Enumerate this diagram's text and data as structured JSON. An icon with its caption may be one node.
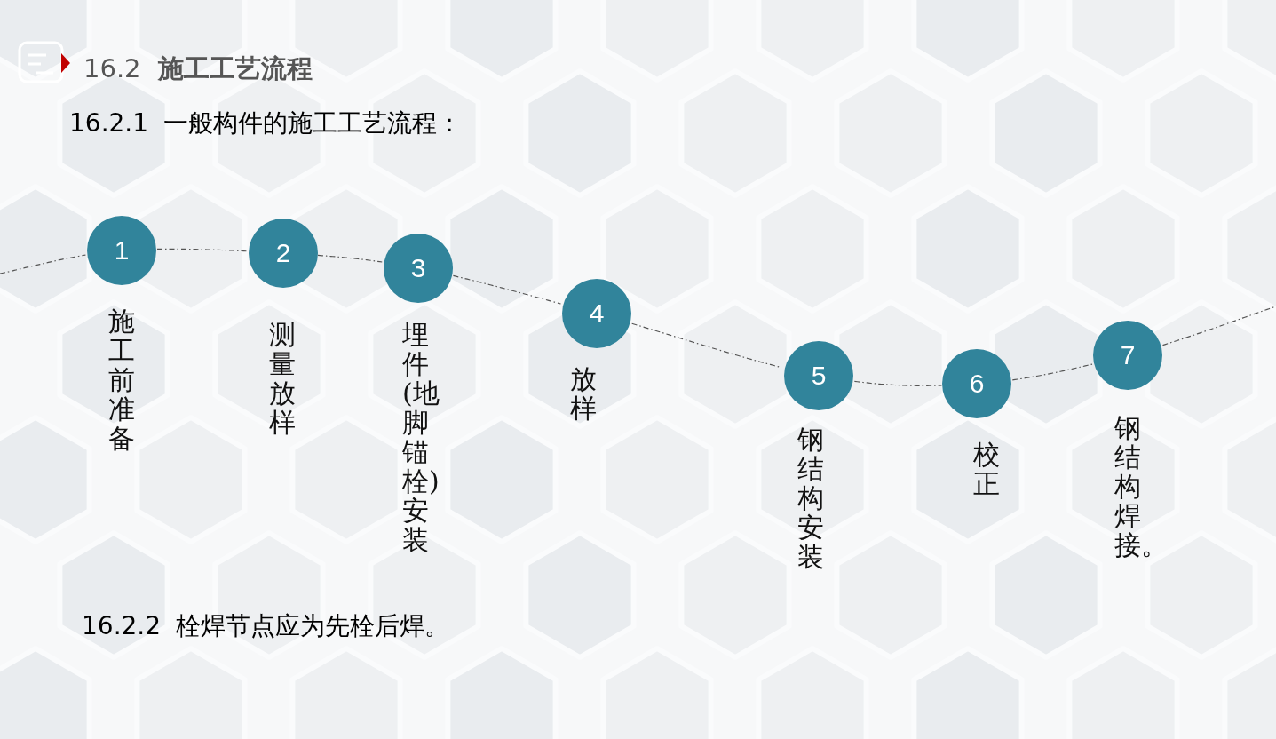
{
  "diagram": {
    "title": "16.2 **施工工艺流程**",
    "nodes": [
      {
        "text": [
          "1"
        ],
        "beside": [
          "施工前准备"
        ]
      },
      {
        "text": [
          "2"
        ],
        "beside": [
          "测量放样"
        ]
      },
      {
        "text": [
          "3"
        ],
        "beside": [
          "埋件(地脚锚栓)安装"
        ]
      },
      {
        "text": [
          "4"
        ],
        "beside": [
          "放样"
        ]
      },
      {
        "text": [
          "5"
        ],
        "beside": [
          "钢结构安装"
        ]
      },
      {
        "text": [
          "6"
        ],
        "beside": [
          "校正"
        ]
      },
      {
        "text": [
          "7"
        ],
        "beside": [
          "钢结构焊接。"
        ]
      }
    ],
    "edges": [
      {
        "from": null,
        "to": 0,
        "arrow": "none",
        "style": "dashed"
      },
      {
        "from": 0,
        "to": 1,
        "arrow": "none",
        "style": "dashed"
      },
      {
        "from": 1,
        "to": 2,
        "arrow": "none",
        "style": "dashed"
      },
      {
        "from": 2,
        "to": 3,
        "arrow": "none",
        "style": "dashed"
      },
      {
        "from": 3,
        "to": 4,
        "arrow": "none",
        "style": "dashed"
      },
      {
        "from": 4,
        "to": 5,
        "arrow": "none",
        "style": "dashed"
      },
      {
        "from": 5,
        "to": 6,
        "arrow": "none",
        "style": "dashed"
      },
      {
        "from": 6,
        "to": null,
        "arrow": "none",
        "style": "dashed"
      }
    ],
    "labels": [
      "16.2.1 一般构件的施工工艺流程：",
      "16.2.2 栓焊节点应为先栓后焊。"
    ]
  }
}
